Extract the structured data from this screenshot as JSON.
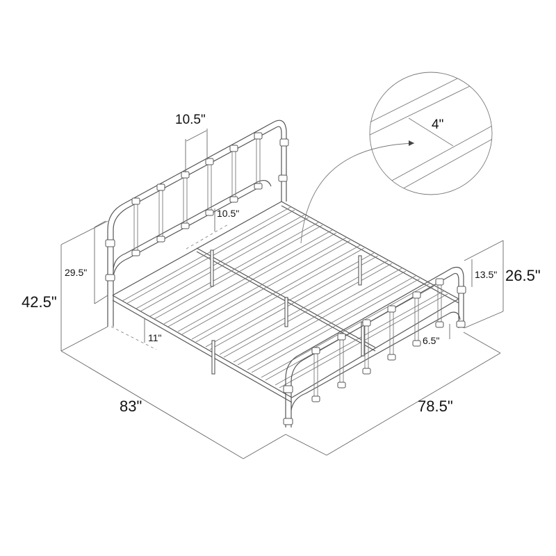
{
  "figure": {
    "subject": "Metal spindle bed frame dimensions diagram",
    "line_color": "#555555",
    "background": "#ffffff"
  },
  "dimensions": {
    "spindle_spacing": "10.5\"",
    "headboard_above_rail": "10.5\"",
    "headboard_height_above_rail": "29.5\"",
    "total_height": "42.5\"",
    "footboard_height": "26.5\"",
    "footboard_above_rail": "13.5\"",
    "footboard_rail_clearance": "6.5\"",
    "under_bed_clearance": "11\"",
    "length": "83\"",
    "width": "78.5\"",
    "slat_gap": "4\""
  },
  "detail_callout": {
    "label": "4\"",
    "shape": "circle",
    "description": "magnified slat spacing"
  }
}
